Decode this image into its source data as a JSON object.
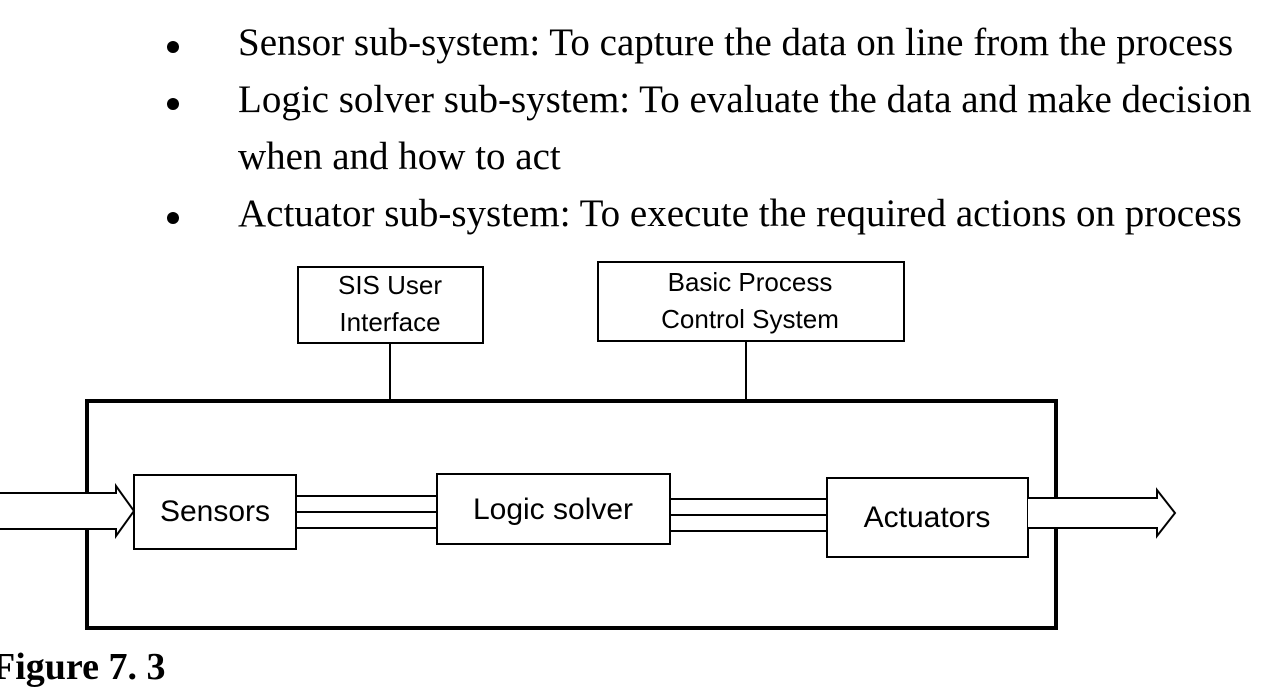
{
  "bullets": [
    {
      "text": "Sensor sub-system: To capture the data on line from the process"
    },
    {
      "text": "Logic solver sub-system: To evaluate the data and make decision",
      "continuation": "when and how to  act"
    },
    {
      "text": "Actuator sub-system: To execute the required actions on process"
    }
  ],
  "diagram": {
    "sis_user_interface": {
      "line1": "SIS User",
      "line2": "Interface"
    },
    "bpcs": {
      "line1": "Basic Process",
      "line2": "Control System"
    },
    "sensors": "Sensors",
    "logic_solver": "Logic solver",
    "actuators": "Actuators"
  },
  "caption": "Figure 7. 3"
}
